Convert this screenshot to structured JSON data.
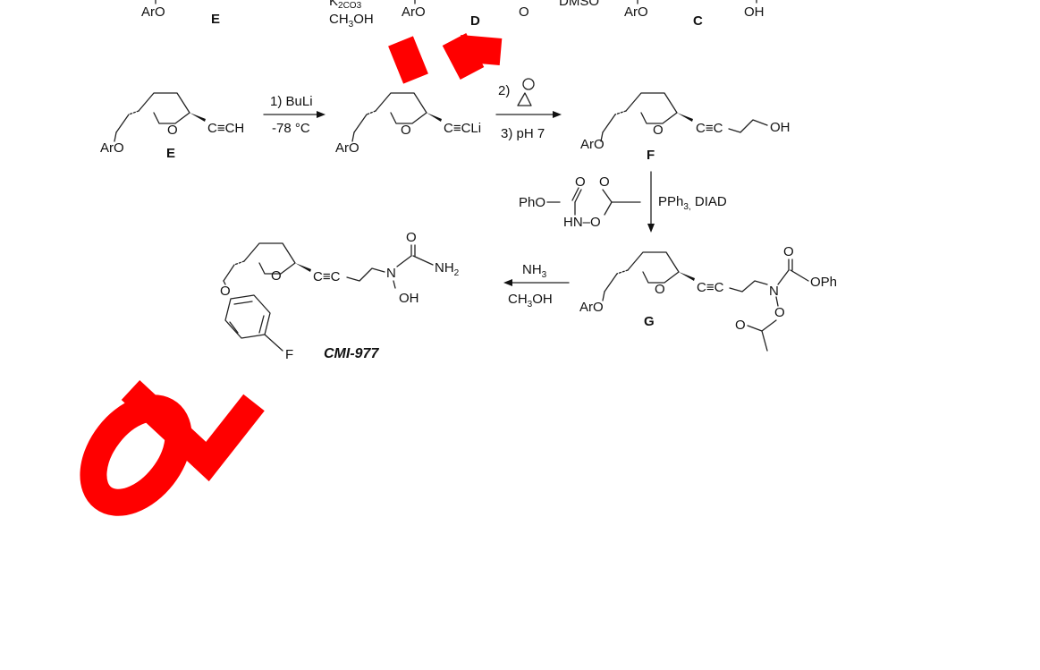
{
  "top_row": {
    "aro_e": "ArO",
    "label_e": "E",
    "reagent_base": "K",
    "reagent_2co3": "2CO",
    "reagent_3": "3",
    "reagent_ch3oh": "CH",
    "reagent_ch3oh_3": "3",
    "reagent_ch3oh_oh": "OH",
    "aro_d": "ArO",
    "label_d": "D",
    "o_label": "O",
    "dmso": "DMSO",
    "aro_c": "ArO",
    "label_c": "C",
    "oh_c": "OH"
  },
  "row_two": {
    "aro_e": "ArO",
    "o_ring_e": "O",
    "ch_e": "C≡CH",
    "label_e": "E",
    "step1_top": "1) BuLi",
    "step1_bottom": "-78 °C",
    "aro_li": "ArO",
    "o_ring_li": "O",
    "cli": "C≡CLi",
    "step2_top": "2)",
    "step2_bottom": "3) pH 7",
    "epoxide_o": "O",
    "aro_f": "ArO",
    "o_ring_f": "O",
    "alkyne_f": "C≡C",
    "oh_f": "OH",
    "label_f": "F"
  },
  "reagent_block": {
    "pho": "PhO",
    "o1": "O",
    "o2": "O",
    "hno": "HN–O",
    "pph3": "PPh",
    "pph3_sub": "3,",
    "diad": " DIAD"
  },
  "row_three": {
    "aro_g": "ArO",
    "o_ring_g": "O",
    "alkyne_g": "C≡C",
    "n_g": "N",
    "o_carbonyl_g": "O",
    "oph_g": "OPh",
    "o_link_g": "O",
    "o_acetyl_g": "O",
    "label_g": "G",
    "nh3": "NH",
    "nh3_sub": "3",
    "ch3oh": "CH",
    "ch3oh_sub": "3",
    "ch3oh_oh": "OH",
    "o_ring_cmi": "O",
    "alkyne_cmi": "C≡C",
    "n_cmi": "N",
    "o_carbonyl_cmi": "O",
    "nh2": "NH",
    "nh2_sub": "2",
    "oh_cmi": "OH",
    "o_ether_cmi": "O",
    "f_cmi": "F",
    "label_cmi": "CMI-977"
  },
  "colors": {
    "watermark": "#ff0000",
    "ink": "#111111"
  }
}
